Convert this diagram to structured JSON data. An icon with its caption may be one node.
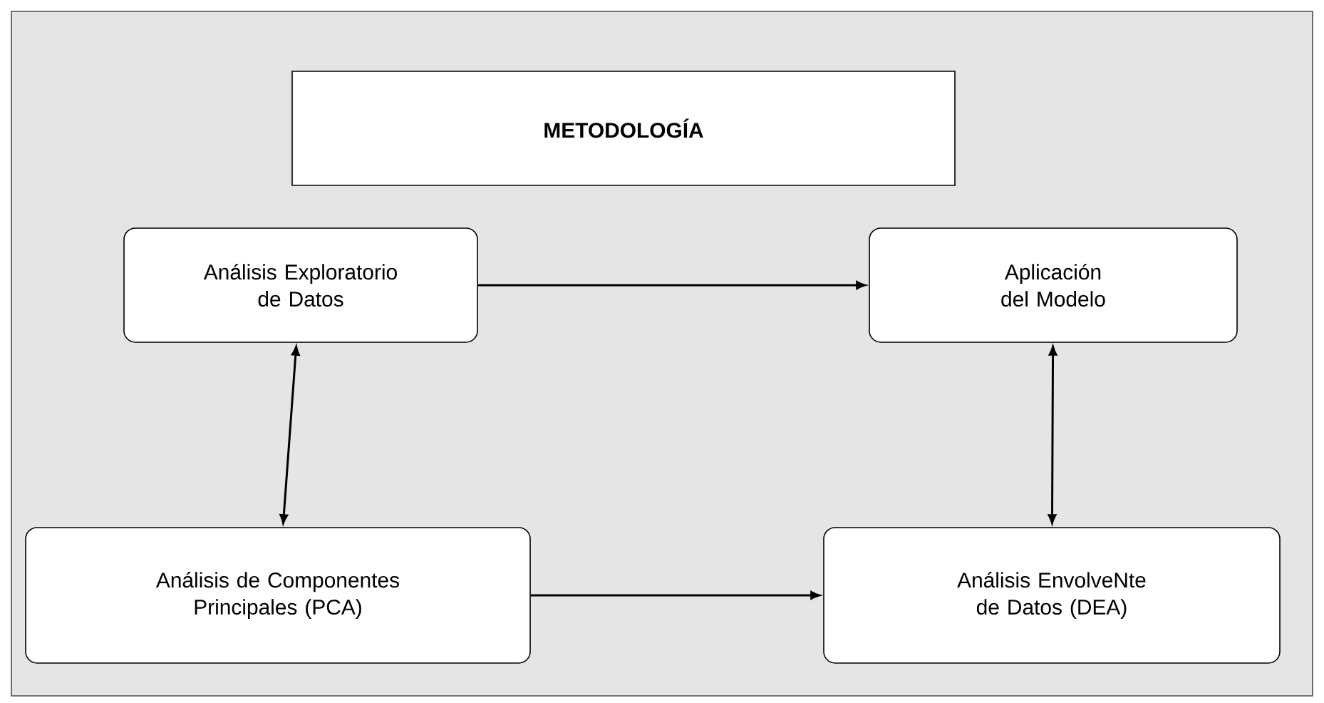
{
  "diagram": {
    "nodes": [
      {
        "text": [
          "METODOLOGÍA"
        ]
      },
      {
        "text": [
          "Análisis Exploratorio de Datos"
        ]
      },
      {
        "text": [
          "Aplicación del Modelo"
        ]
      },
      {
        "text": [
          "Análisis de Componentes Principales (PCA)"
        ]
      },
      {
        "text": [
          "Análisis EnvolveNte de Datos (DEA)"
        ]
      }
    ],
    "edges": [
      {
        "from": 1,
        "to": 2,
        "arrow": "to"
      },
      {
        "from": 1,
        "to": 3,
        "arrow": "both"
      },
      {
        "from": 2,
        "to": 4,
        "arrow": "both"
      },
      {
        "from": 3,
        "to": 4,
        "arrow": "to"
      }
    ]
  }
}
